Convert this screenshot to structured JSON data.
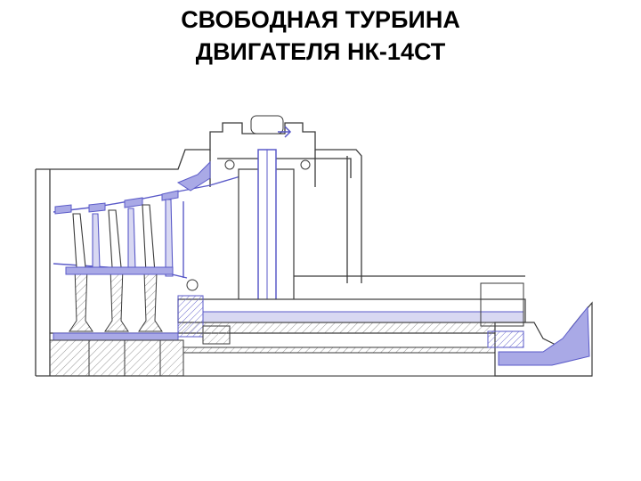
{
  "slide": {
    "title_line1": "СВОБОДНАЯ ТУРБИНА",
    "title_line2": "ДВИГАТЕЛЯ НК-14СТ"
  },
  "drawing": {
    "description_icon": "turbine-cross-section-drawing",
    "colors": {
      "line": "#3a3a3a",
      "hatch": "#9a9a9a",
      "accent_fill": "#a9a9e6",
      "accent_stroke": "#5a5ac8",
      "light_fill": "#d8d8f2"
    }
  }
}
